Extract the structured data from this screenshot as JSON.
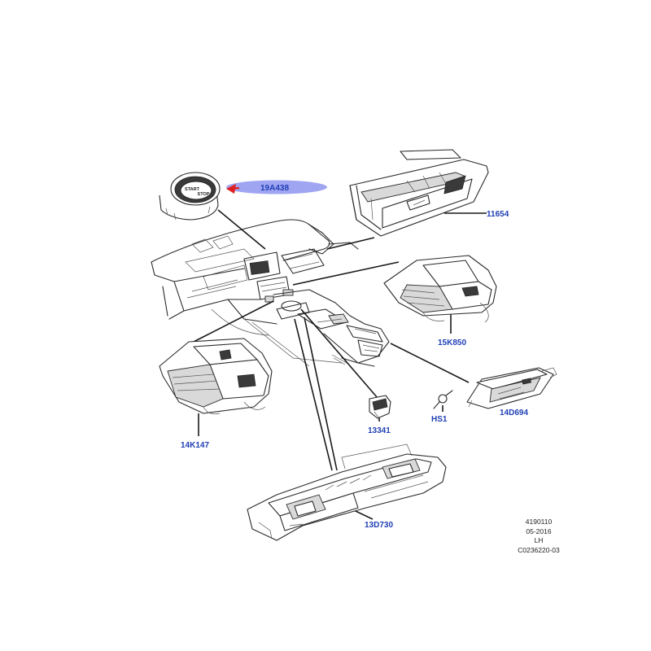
{
  "parts": {
    "p19A438": "19A438",
    "p11654": "11654",
    "p15K850": "15K850",
    "p14K147": "14K147",
    "p13341": "13341",
    "pHS1": "HS1",
    "p14D694": "14D694",
    "p13D730": "13D730"
  },
  "start_button_text": {
    "line1": "START",
    "line2": "STOP"
  },
  "reference": {
    "line1": "4190110",
    "line2": "05-2016",
    "line3": "LH",
    "line4": "C0236220-03"
  },
  "colors": {
    "label": "#1f3fb5",
    "highlight": "#8f95f0",
    "arrow": "#e02020"
  }
}
